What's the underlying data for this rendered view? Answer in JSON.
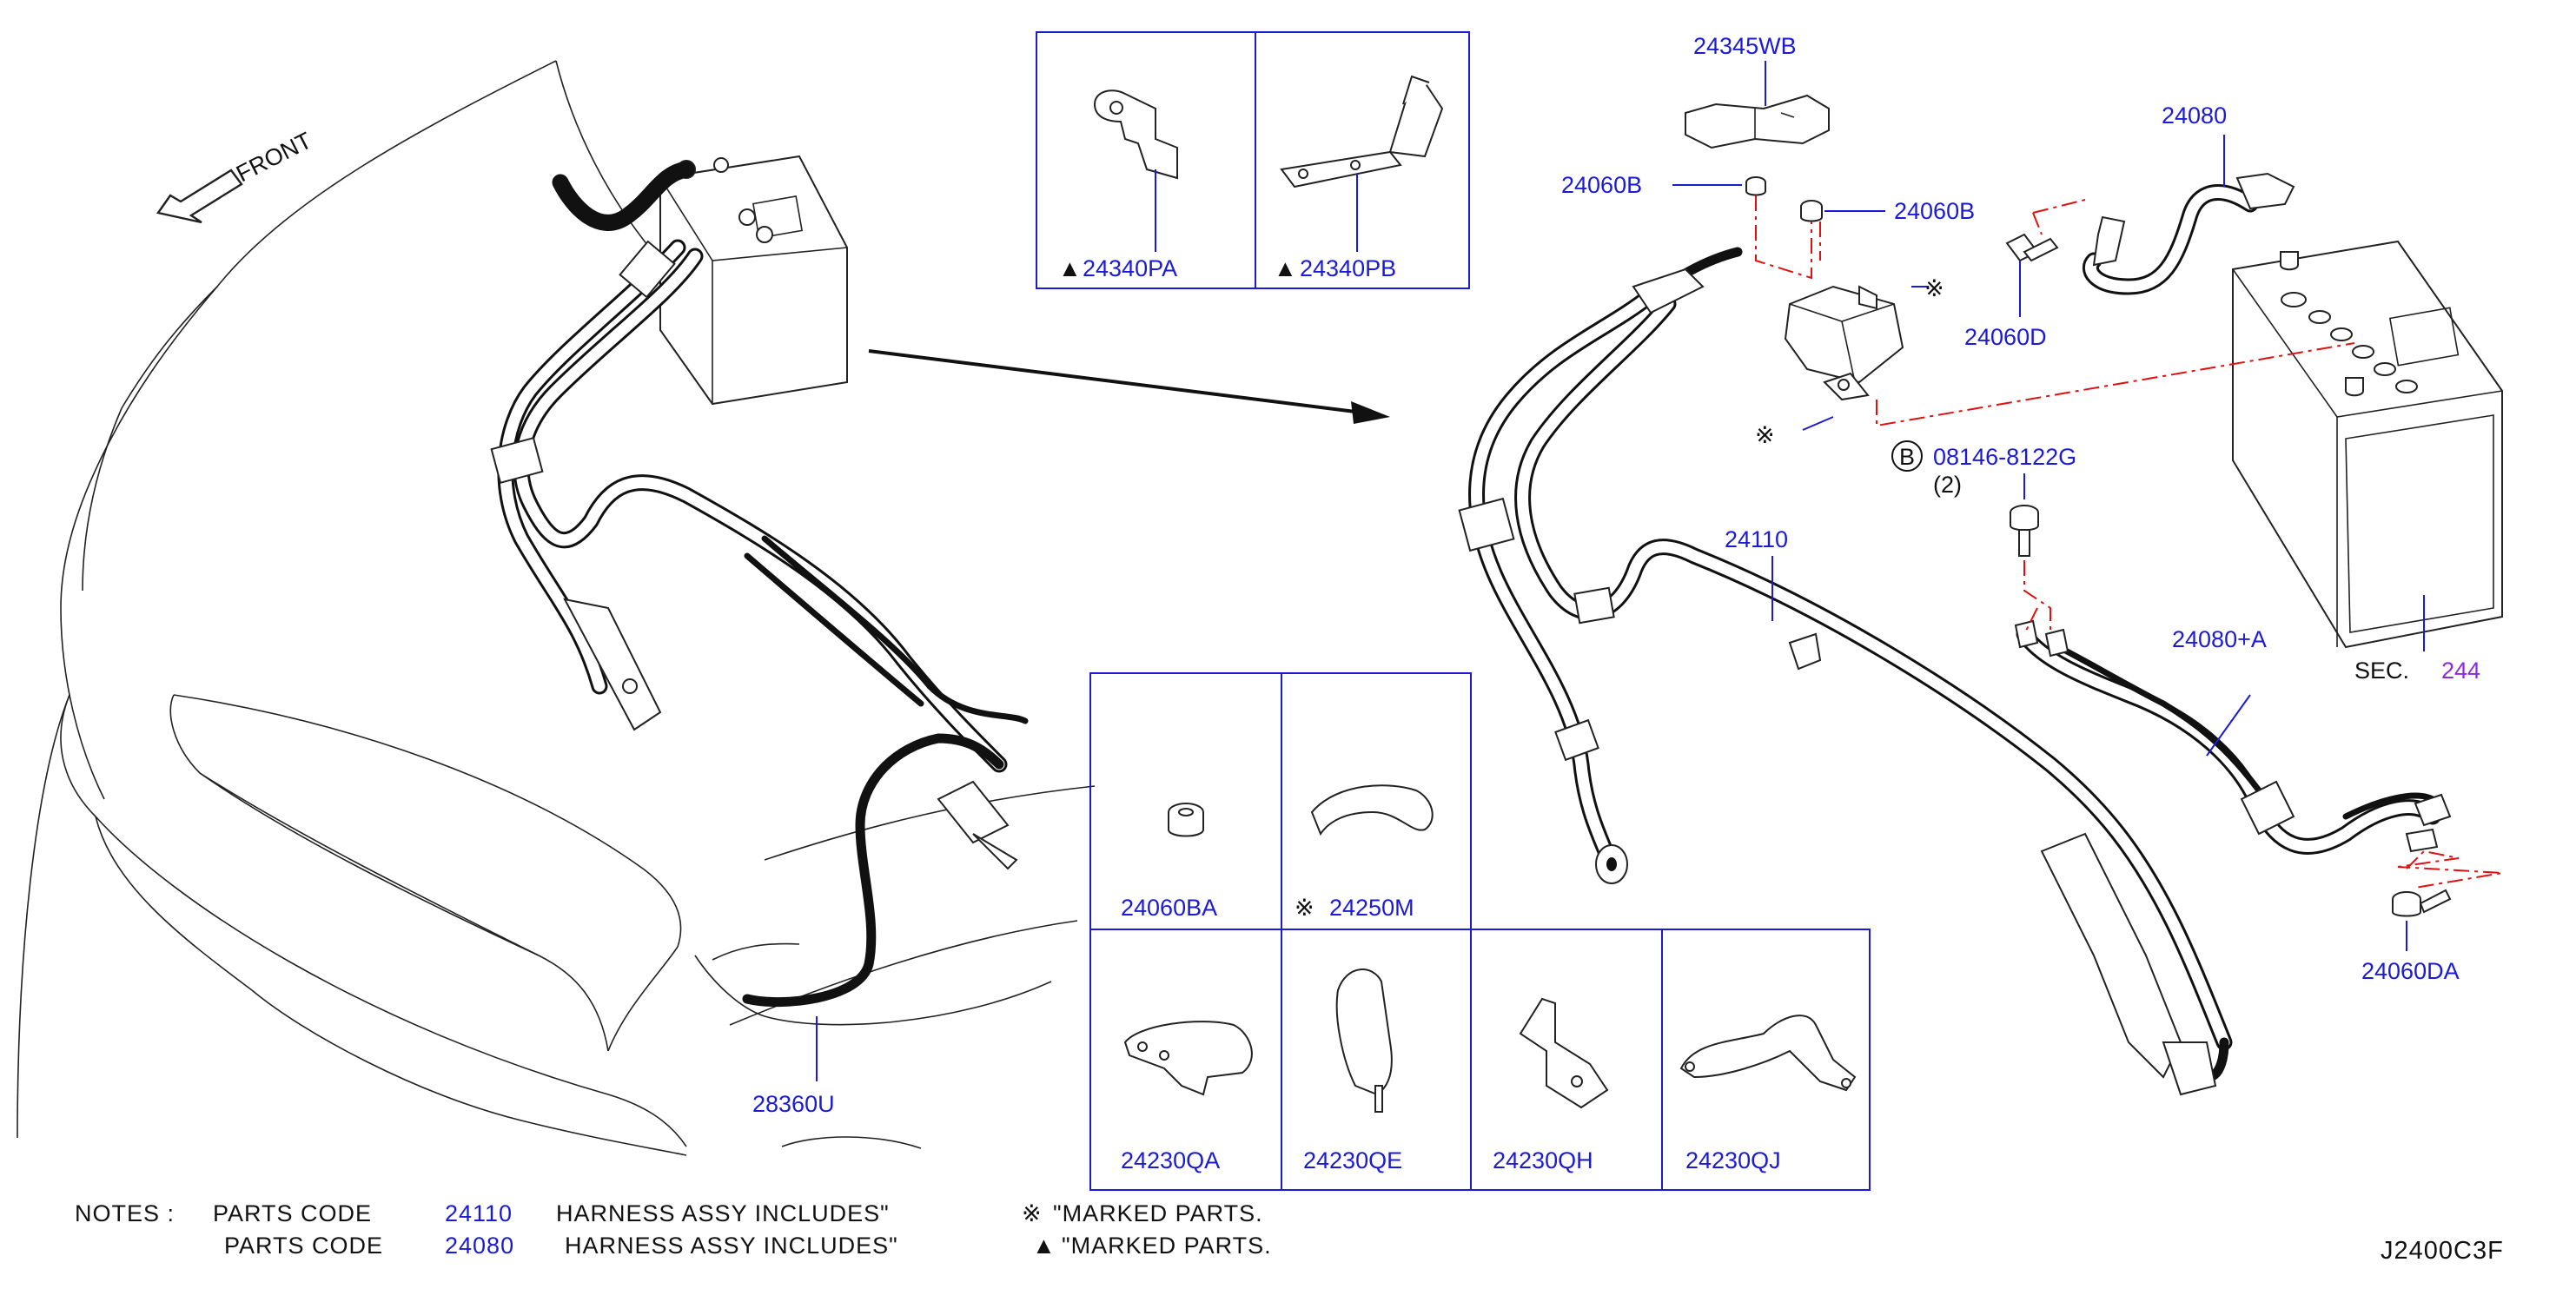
{
  "front_label": "FRONT",
  "diagram_code": "J2400C3F",
  "part_labels": {
    "p24345WB": "24345WB",
    "p24060B_left": "24060B",
    "p24060B_right": "24060B",
    "p24080": "24080",
    "p24060D": "24060D",
    "p08146": "08146-8122G",
    "p08146_qty": "(2)",
    "p24110": "24110",
    "p24080A": "24080+A",
    "sec_prefix": "SEC.",
    "sec_number": "244",
    "p24060DA": "24060DA",
    "p28360U": "28360U",
    "b_circle": "B"
  },
  "inset_top": [
    {
      "code": "24340PA",
      "mark": "▲"
    },
    {
      "code": "24340PB",
      "mark": "▲"
    }
  ],
  "inset_bottom_row1": [
    {
      "code": "24060BA",
      "mark": ""
    },
    {
      "code": "24250M",
      "mark": "※"
    }
  ],
  "inset_bottom_row2": [
    {
      "code": "24230QA"
    },
    {
      "code": "24230QE"
    },
    {
      "code": "24230QH"
    },
    {
      "code": "24230QJ"
    }
  ],
  "markers": {
    "kome": "※",
    "triangle": "▲"
  },
  "notes": {
    "prefix": "NOTES  :",
    "line1": {
      "words": "PARTS   CODE",
      "code": "24110",
      "text": "HARNESS   ASSY   INCLUDES\""
    },
    "line2": {
      "words": "PARTS   CODE",
      "code": "24080",
      "text": "HARNESS   ASSY   INCLUDES\""
    },
    "mark1": {
      "symbol": "※",
      "text": "\"MARKED   PARTS."
    },
    "mark2": {
      "symbol": "▲",
      "text": "\"MARKED   PARTS."
    }
  },
  "colors": {
    "label_blue": "#1b1bd6",
    "dash_red": "#e01010",
    "sec_violet": "#8a2be2"
  }
}
